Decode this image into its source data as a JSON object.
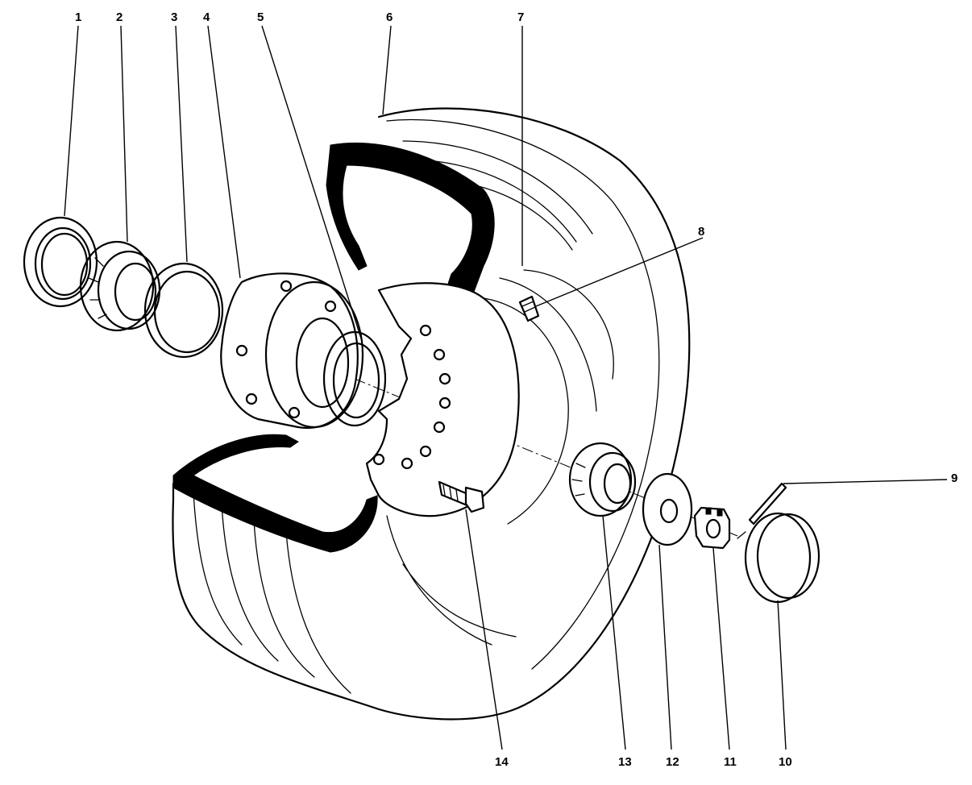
{
  "callouts": {
    "c1": "1",
    "c2": "2",
    "c3": "3",
    "c4": "4",
    "c5": "5",
    "c6": "6",
    "c7": "7",
    "c8": "8",
    "c9": "9",
    "c10": "10",
    "c11": "11",
    "c12": "12",
    "c13": "13",
    "c14": "14"
  },
  "icons": {
    "tire": "tire-icon",
    "wheel": "wheel-rim-icon",
    "hub": "hub-icon",
    "seal": "grease-seal-icon",
    "bearing": "roller-bearing-icon",
    "cup": "bearing-cup-icon",
    "valve": "valve-stem-icon",
    "cotter": "cotter-pin-icon",
    "cap": "hub-cap-icon",
    "nut": "castle-nut-icon",
    "washer": "washer-icon",
    "bolt": "bolt-icon"
  }
}
